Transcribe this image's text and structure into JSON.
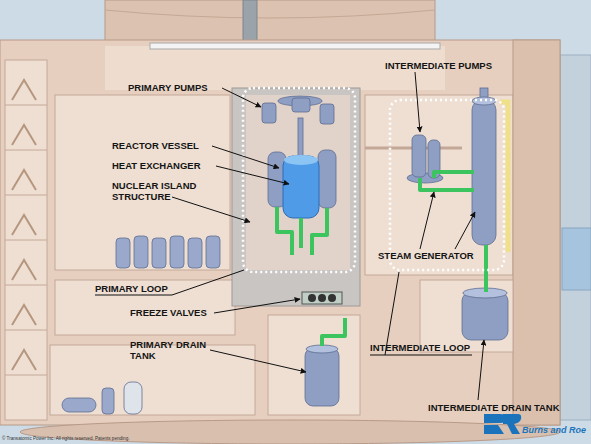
{
  "diagram": {
    "labels": [
      "PRIMARY PUMPS",
      "REACTOR VESSEL",
      "HEAT EXCHANGER",
      "NUCLEAR ISLAND STRUCTURE",
      "PRIMARY LOOP",
      "FREEZE VALVES",
      "PRIMARY DRAIN TANK",
      "INTERMEDIATE PUMPS",
      "STEAM GENERATOR",
      "INTERMEDIATE LOOP",
      "INTERMEDIATE DRAIN TANK",
      "© Transatomic Power Inc. All rights reserved. Patents pending.",
      "Burns and Roe"
    ]
  }
}
